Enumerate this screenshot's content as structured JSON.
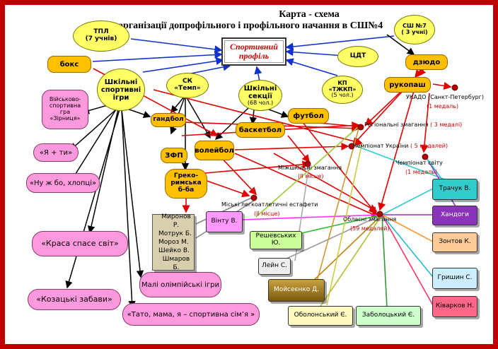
{
  "title": {
    "line1": "Карта - схема",
    "line2": "організації допрофільного і профільного начання в СШ№4"
  },
  "center": {
    "line1": "Спортивний",
    "line2": "профіль"
  },
  "nodes": {
    "tpl": {
      "l1": "ТПЛ",
      "l2": "(7 учнів)"
    },
    "sh7": {
      "l1": "СШ №7",
      "l2": "( 3 учні)"
    },
    "dct": "ЦДТ",
    "boks": "бокс",
    "dzudo": "дзюдо",
    "shkilni_igry": {
      "l1": "Шкільні",
      "l2": "спортивні",
      "l3": "ігри"
    },
    "sk_temp": {
      "l1": "СК",
      "l2": "«Темп»"
    },
    "shkilni_sekcii": {
      "l1": "Шкільні",
      "l2": "секції",
      "l3": "(68 чол.)"
    },
    "kp": {
      "l1": "КП",
      "l2": "«ТЖКП»",
      "l3": "(5 чол.)"
    },
    "rukopash": "рукопаш",
    "gandbol": "гандбол",
    "futbol": "футбол",
    "basketbol": "баскетбол",
    "zfp": "ЗФП",
    "voleibol": "волейбол",
    "greko": {
      "l1": "Греко-",
      "l2": "римська",
      "l3": "б-ба"
    }
  },
  "pink": {
    "zirnytsia": {
      "l1": "Військово-",
      "l2": "спортивна",
      "l3": "гра",
      "l4": "«Зірниця»"
    },
    "ya_ty": "«Я + ти»",
    "nu_zh_bo": "«Ну ж бо, хлопці»",
    "krasa": "«Краса спасе світ»",
    "kozatski": "«Козацькі забави»",
    "mali_olimp": "Малі олімпійські ігри",
    "tato_mama": "«Тато, мама, я – спортивна сім’я »"
  },
  "competitions": {
    "ukado": {
      "title": "УКАДО (Санкт-Петербург)",
      "medals": "(1 медаль)"
    },
    "regional": {
      "title": "Регіональні змагання",
      "medals": "( 3 медалі)"
    },
    "ukraine": {
      "title": "Чемпіонат України",
      "medals": "( 5 медалей)"
    },
    "world": {
      "title": "Чемпіонат світу",
      "medals": "(1 медаль)"
    },
    "interschool": {
      "title": "Міжшкільні змагання",
      "medals": "(ІІ місце)"
    },
    "city": {
      "title": "Міські легкоатлетичні естафети",
      "medals": "(ІІ місце)"
    },
    "oblast": {
      "title": "Обласні змагання",
      "medals": "(59 медалей)"
    }
  },
  "names_list": [
    "Миронов Р.",
    "Мотрук Б.",
    "Мороз М.",
    "Шейко В.",
    "Шмаров Б."
  ],
  "athletes": {
    "vintu": "Вінту В.",
    "reshevskykh": "Решевських Ю.",
    "leyn": "Лейн С.",
    "moiseenko": "Мойсеєнко Д.",
    "obolonsky": "Оболонський Є.",
    "zabolotsky": "Заболоцький Є.",
    "trachuk": "Трачук В.",
    "khandogy": "Хандоги",
    "zontov": "Зонтов К.",
    "hryshyn": "Гришин С.",
    "kivarkov": "Ківарков Н."
  },
  "colors": {
    "border": "#c00000",
    "yellow": "#ffff66",
    "orange": "#ffc000",
    "pink": "#ff99dd",
    "red_line": "#e00000",
    "blue_line": "#1030d0",
    "black_line": "#000000"
  }
}
